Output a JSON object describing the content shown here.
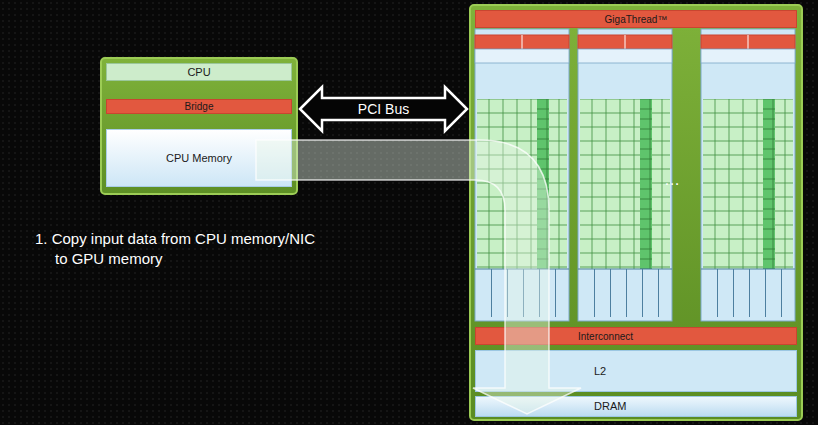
{
  "diagram": {
    "nodes": [
      {
        "text": []
      },
      {
        "text": [
          "CPU"
        ],
        "in": 0
      },
      {
        "text": [
          "Bridge"
        ],
        "in": 0
      },
      {
        "text": [
          "CPU Memory"
        ],
        "in": 0
      },
      {
        "text": []
      },
      {
        "text": [
          "GigaThread™"
        ],
        "in": 4
      },
      {
        "text": [
          "Interconnect"
        ],
        "in": 4
      },
      {
        "text": [
          "L2"
        ],
        "in": 4
      },
      {
        "text": [
          "DRAM"
        ],
        "in": 4
      }
    ],
    "edges": [
      {
        "from": 0,
        "to": 4,
        "arrow": "both",
        "label": "PCI Bus"
      },
      {
        "from": 3,
        "to": 8,
        "arrow": "to"
      }
    ],
    "labels": [
      "1. Copy input data from CPU memory/NIC to GPU memory",
      "…"
    ]
  }
}
